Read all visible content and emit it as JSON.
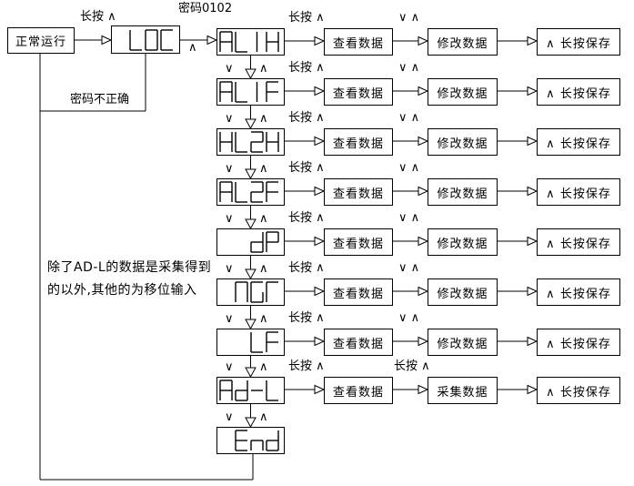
{
  "flow": {
    "start": "正常运行",
    "start_arrow_label": "长按 ∧",
    "password": "密码0102",
    "loc": {
      "glyphs": " LOC",
      "reading": "LOC"
    },
    "loc_arrow_label": "∧",
    "wrong_password": "密码不正确",
    "note_line1": "除了AD-L的数据是采集得到",
    "note_line2": "的以外,其他的为移位输入",
    "down_key": "∨",
    "up_key": "∧",
    "rows": [
      {
        "glyphs": "AL1H",
        "reading": "AL1H",
        "arrow1": "长按 ∧",
        "view": "查看数据",
        "arrow2": "∨ ∧",
        "edit": "修改数据",
        "edit_kind": "modify",
        "save": "∧ 长按保存"
      },
      {
        "glyphs": "AL1F",
        "reading": "AL1F",
        "arrow1": "长按 ∧",
        "view": "查看数据",
        "arrow2": "∨ ∧",
        "edit": "修改数据",
        "edit_kind": "modify",
        "save": "∧ 长按保存"
      },
      {
        "glyphs": "HL2H",
        "reading": "HL2H",
        "arrow1": "长按 ∧",
        "view": "查看数据",
        "arrow2": "∨ ∧",
        "edit": "修改数据",
        "edit_kind": "modify",
        "save": "∧ 长按保存"
      },
      {
        "glyphs": "AL2F",
        "reading": "AL2F",
        "arrow1": "长按 ∧",
        "view": "查看数据",
        "arrow2": "∨ ∧",
        "edit": "修改数据",
        "edit_kind": "modify",
        "save": "∧ 长按保存"
      },
      {
        "glyphs": "  dP",
        "reading": "dP",
        "arrow1": "长按 ∧",
        "view": "查看数据",
        "arrow2": "∨ ∧",
        "edit": "修改数据",
        "edit_kind": "modify",
        "save": "∧ 长按保存"
      },
      {
        "glyphs": " NGr",
        "reading": "nGr",
        "arrow1": "长按 ∧",
        "view": "查看数据",
        "arrow2": "∨ ∧",
        "edit": "修改数据",
        "edit_kind": "modify",
        "save": "∧ 长按保存"
      },
      {
        "glyphs": "  LF",
        "reading": "LF",
        "arrow1": "长按 ∧",
        "view": "查看数据",
        "arrow2": "∨ ∧",
        "edit": "修改数据",
        "edit_kind": "modify",
        "save": "∧ 长按保存"
      },
      {
        "glyphs": "Ad-L",
        "reading": "Ad-L",
        "arrow1": "长按 ∧",
        "view": "查看数据",
        "arrow2": "长按 ∧",
        "edit": "采集数据",
        "edit_kind": "collect",
        "save": "∧ 长按保存"
      },
      {
        "glyphs": " End",
        "reading": "End"
      }
    ]
  }
}
